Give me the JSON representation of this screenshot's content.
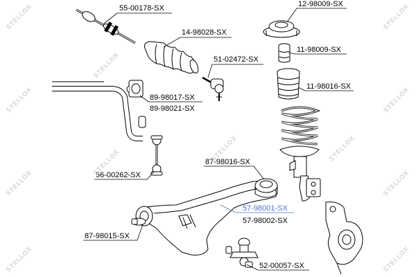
{
  "parts": [
    {
      "id": "tie-rod-end",
      "label": "55-00178-SX",
      "highlight": false
    },
    {
      "id": "steering-boot",
      "label": "14-98028-SX",
      "highlight": false
    },
    {
      "id": "top-mount",
      "label": "12-98009-SX",
      "highlight": false
    },
    {
      "id": "bump-stop",
      "label": "11-98009-SX",
      "highlight": false
    },
    {
      "id": "tie-rod-ball-end",
      "label": "51-02472-SX",
      "highlight": false
    },
    {
      "id": "dust-boot",
      "label": "11-98016-SX",
      "highlight": false
    },
    {
      "id": "stabilizer-bushing-a",
      "label": "89-98017-SX",
      "highlight": false
    },
    {
      "id": "stabilizer-bushing-b",
      "label": "89-98021-SX",
      "highlight": false
    },
    {
      "id": "rear-arm-bushing",
      "label": "87-98016-SX",
      "highlight": false
    },
    {
      "id": "stabilizer-link",
      "label": "56-00262-SX",
      "highlight": false
    },
    {
      "id": "control-arm-left",
      "label": "57-98001-SX",
      "highlight": true
    },
    {
      "id": "control-arm-right",
      "label": "57-98002-SX",
      "highlight": false
    },
    {
      "id": "front-arm-bushing",
      "label": "87-98015-SX",
      "highlight": false
    },
    {
      "id": "ball-joint",
      "label": "52-00057-SX",
      "highlight": false
    }
  ],
  "watermark": {
    "text": "STELLOX"
  },
  "colors": {
    "line": "#000000",
    "highlight": "#4a74c4",
    "part": "#ffffff",
    "watermark": "#dadada"
  }
}
